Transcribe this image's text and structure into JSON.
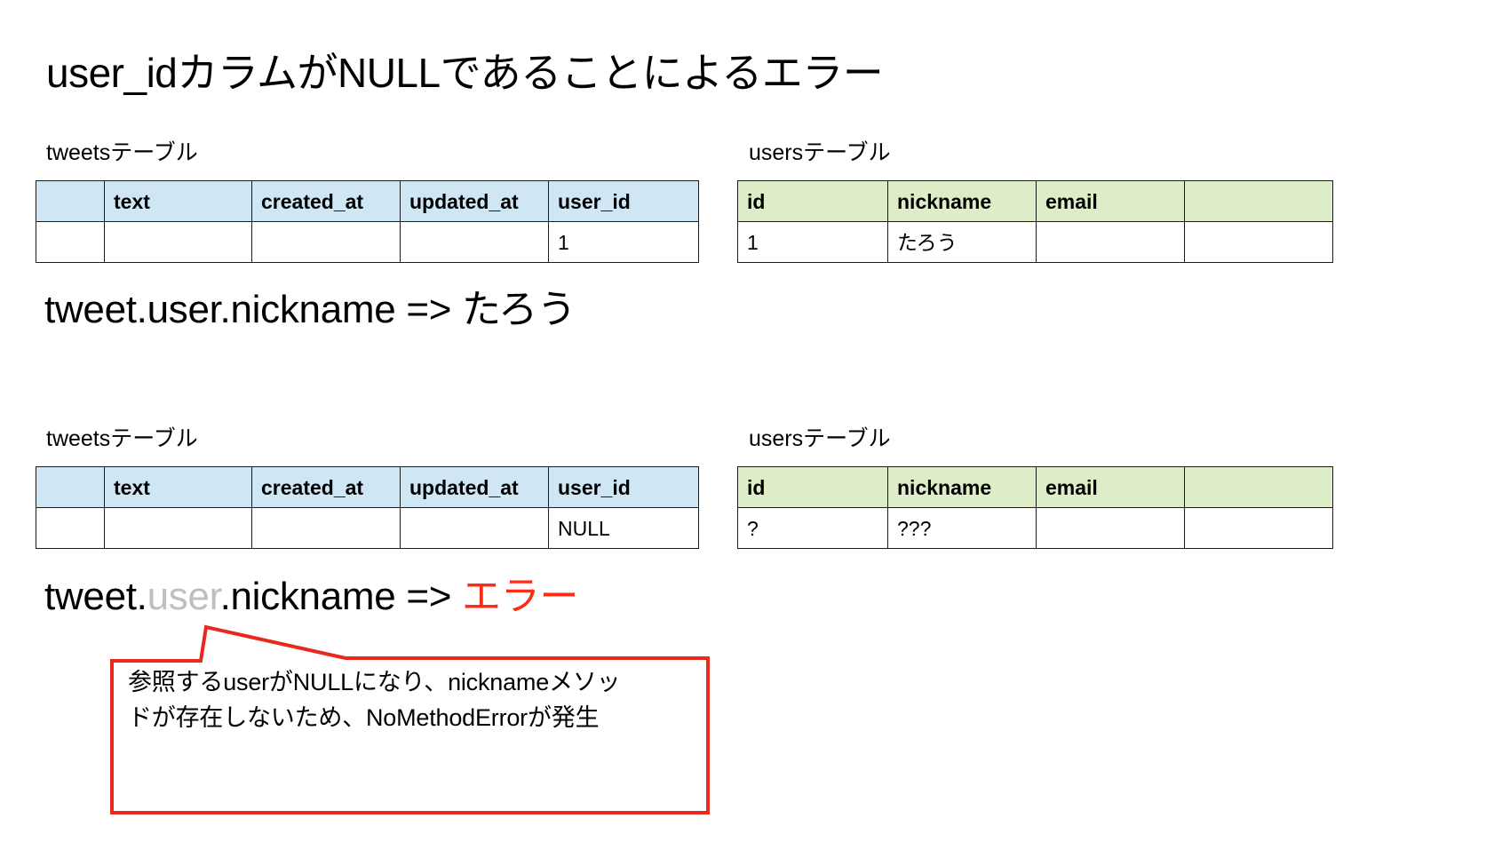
{
  "slide": {
    "title": "user_idカラムがNULLであることによるエラー",
    "background_color": "#ffffff"
  },
  "colors": {
    "tweets_header": "#cfe7f5",
    "users_header": "#dcedc8",
    "border": "#1a1a1a",
    "error_red": "#ff2b14",
    "muted_gray": "#bfbfbf",
    "callout_border": "#e8291b"
  },
  "section_top": {
    "tweets": {
      "caption": "tweetsテーブル",
      "headers": [
        "",
        "text",
        "created_at",
        "updated_at",
        "user_id"
      ],
      "rows": [
        [
          "",
          "",
          "",
          "",
          "1"
        ]
      ]
    },
    "users": {
      "caption": "usersテーブル",
      "headers": [
        "id",
        "nickname",
        "email",
        ""
      ],
      "rows": [
        [
          "1",
          "たろう",
          "",
          ""
        ]
      ]
    },
    "expression": {
      "prefix": "tweet.user.nickname => ",
      "result": "たろう"
    }
  },
  "section_bottom": {
    "tweets": {
      "caption": "tweetsテーブル",
      "headers": [
        "",
        "text",
        "created_at",
        "updated_at",
        "user_id"
      ],
      "rows": [
        [
          "",
          "",
          "",
          "",
          "NULL"
        ]
      ]
    },
    "users": {
      "caption": "usersテーブル",
      "headers": [
        "id",
        "nickname",
        "email",
        ""
      ],
      "rows": [
        [
          "?",
          "???",
          "",
          ""
        ]
      ]
    },
    "expression": {
      "part1": "tweet.",
      "part2_muted": "user",
      "part3": ".nickname => ",
      "part4_error": "エラー"
    },
    "callout": {
      "line1": "参照するuserがNULLになり、nicknameメソッ",
      "line2": "ドが存在しないため、NoMethodErrorが発生"
    }
  }
}
